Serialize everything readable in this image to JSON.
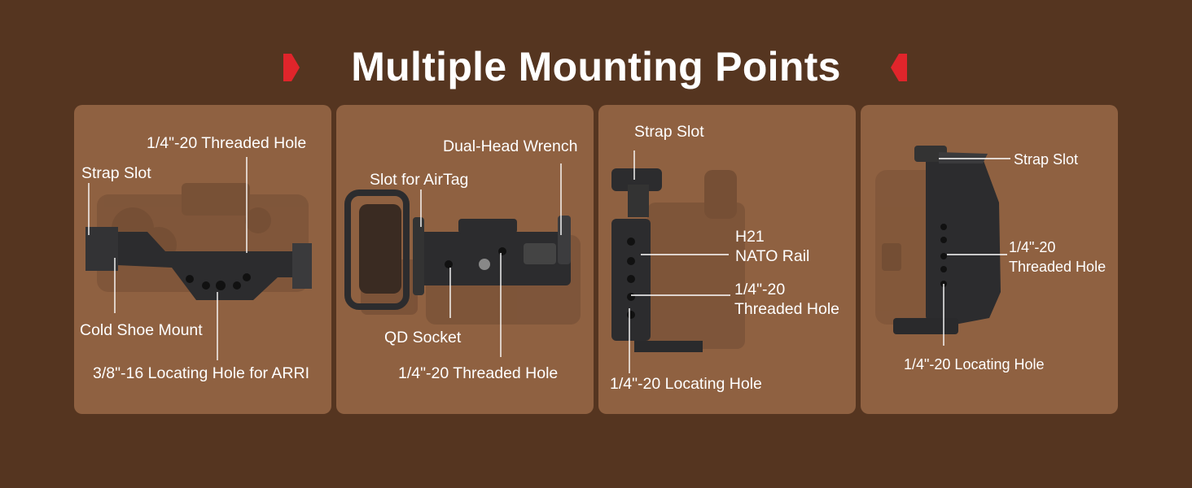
{
  "header": {
    "title": "Multiple Mounting Points",
    "accent_color": "#e0252b",
    "background_color": "#553520",
    "panel_color": "#8f6141"
  },
  "panels": [
    {
      "name": "top-view",
      "labels": {
        "threaded_hole": "1/4\"-20 Threaded Hole",
        "strap_slot": "Strap Slot",
        "cold_shoe": "Cold Shoe Mount",
        "locating_hole_arri": "3/8\"-16 Locating Hole for ARRI"
      }
    },
    {
      "name": "bottom-view",
      "labels": {
        "wrench": "Dual-Head Wrench",
        "airtag_slot": "Slot for AirTag",
        "qd_socket": "QD Socket",
        "threaded_hole": "1/4\"-20 Threaded Hole"
      }
    },
    {
      "name": "left-side-view",
      "labels": {
        "strap_slot": "Strap Slot",
        "nato_line1": "H21",
        "nato_line2": "NATO Rail",
        "threaded_line1": "1/4\"-20",
        "threaded_line2": "Threaded Hole",
        "locating_hole": "1/4\"-20 Locating Hole"
      }
    },
    {
      "name": "right-side-view",
      "labels": {
        "strap_slot": "Strap Slot",
        "threaded_line1": "1/4\"-20",
        "threaded_line2": "Threaded Hole",
        "locating_hole": "1/4\"-20 Locating Hole"
      }
    }
  ]
}
